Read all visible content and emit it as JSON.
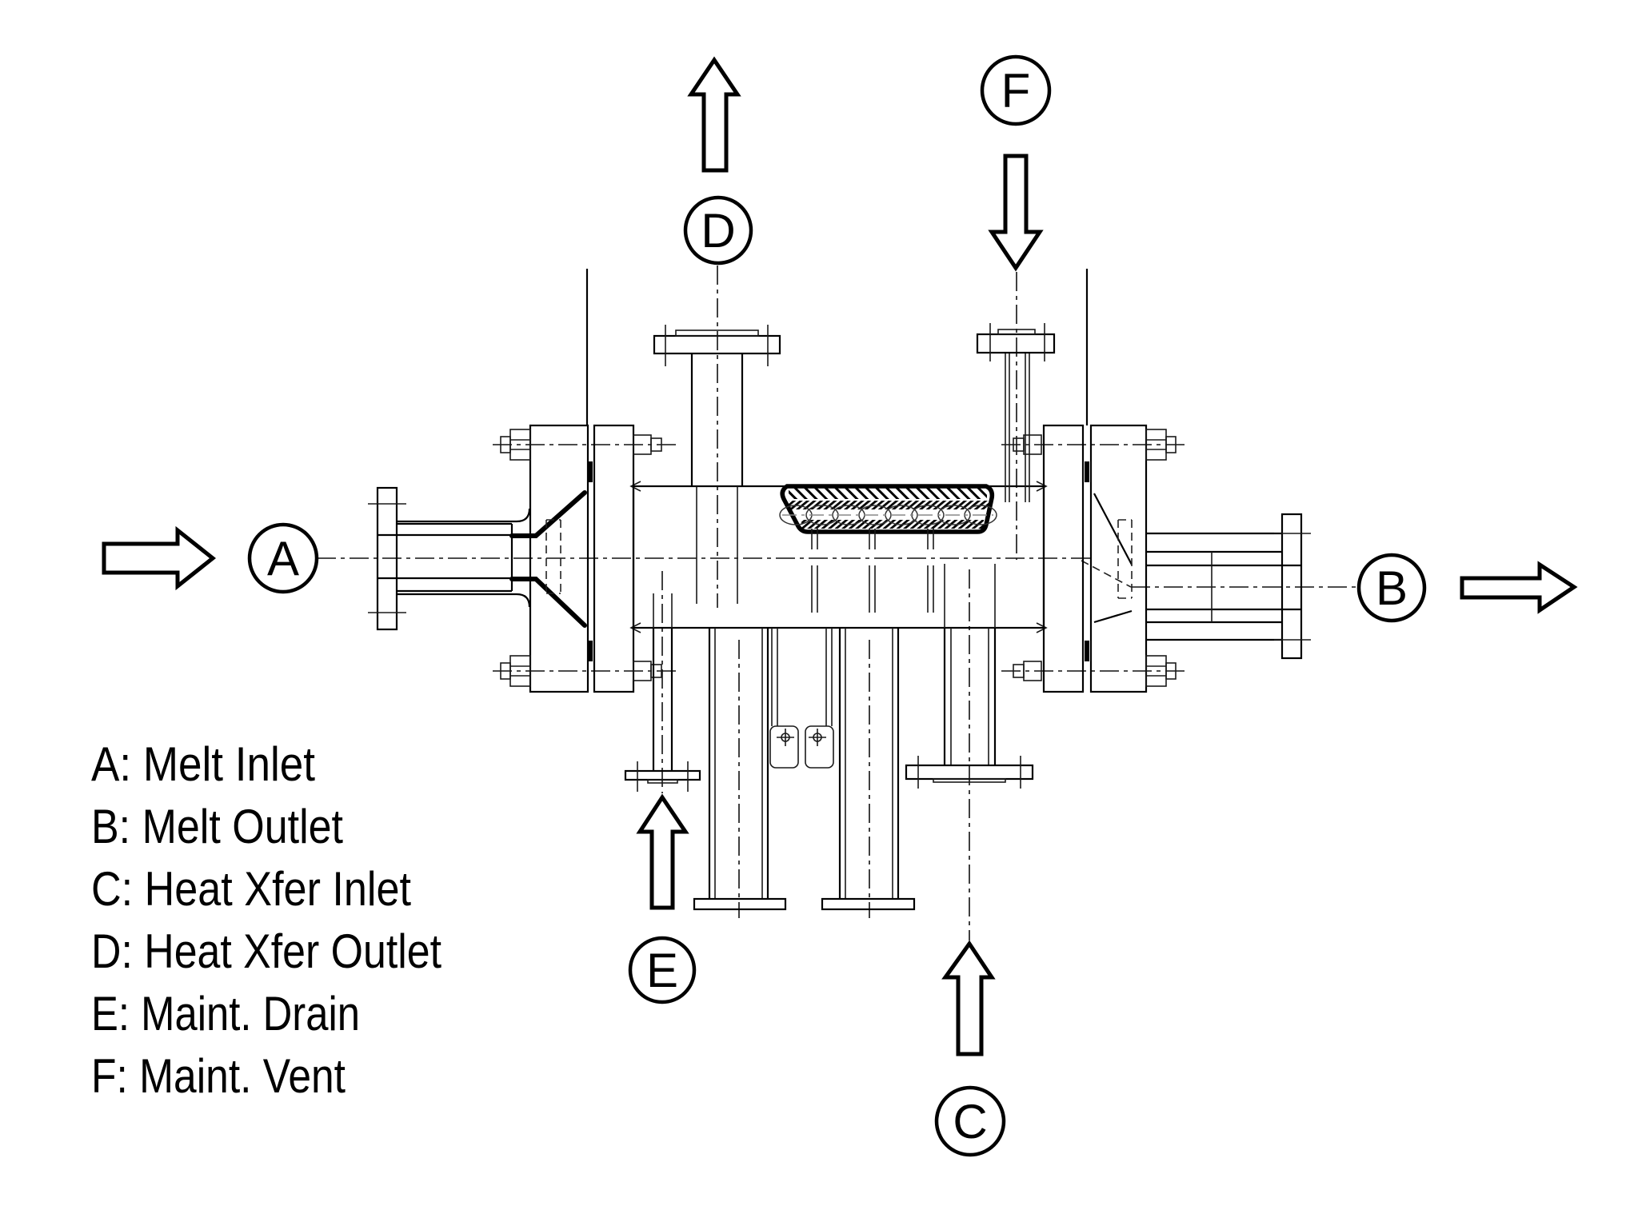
{
  "colors": {
    "line": "#000000",
    "background": "#ffffff"
  },
  "legend": {
    "lines": [
      "A: Melt Inlet",
      "B: Melt Outlet",
      "C: Heat Xfer Inlet",
      "D: Heat Xfer Outlet",
      "E: Maint. Drain",
      "F: Maint. Vent"
    ]
  },
  "ports": {
    "A": {
      "letter": "A",
      "description": "Melt Inlet",
      "arrow_direction": "right"
    },
    "B": {
      "letter": "B",
      "description": "Melt Outlet",
      "arrow_direction": "right"
    },
    "C": {
      "letter": "C",
      "description": "Heat Xfer Inlet",
      "arrow_direction": "up"
    },
    "D": {
      "letter": "D",
      "description": "Heat Xfer Outlet",
      "arrow_direction": "up"
    },
    "E": {
      "letter": "E",
      "description": "Maint. Drain",
      "arrow_direction": "up"
    },
    "F": {
      "letter": "F",
      "description": "Maint. Vent",
      "arrow_direction": "down"
    }
  }
}
